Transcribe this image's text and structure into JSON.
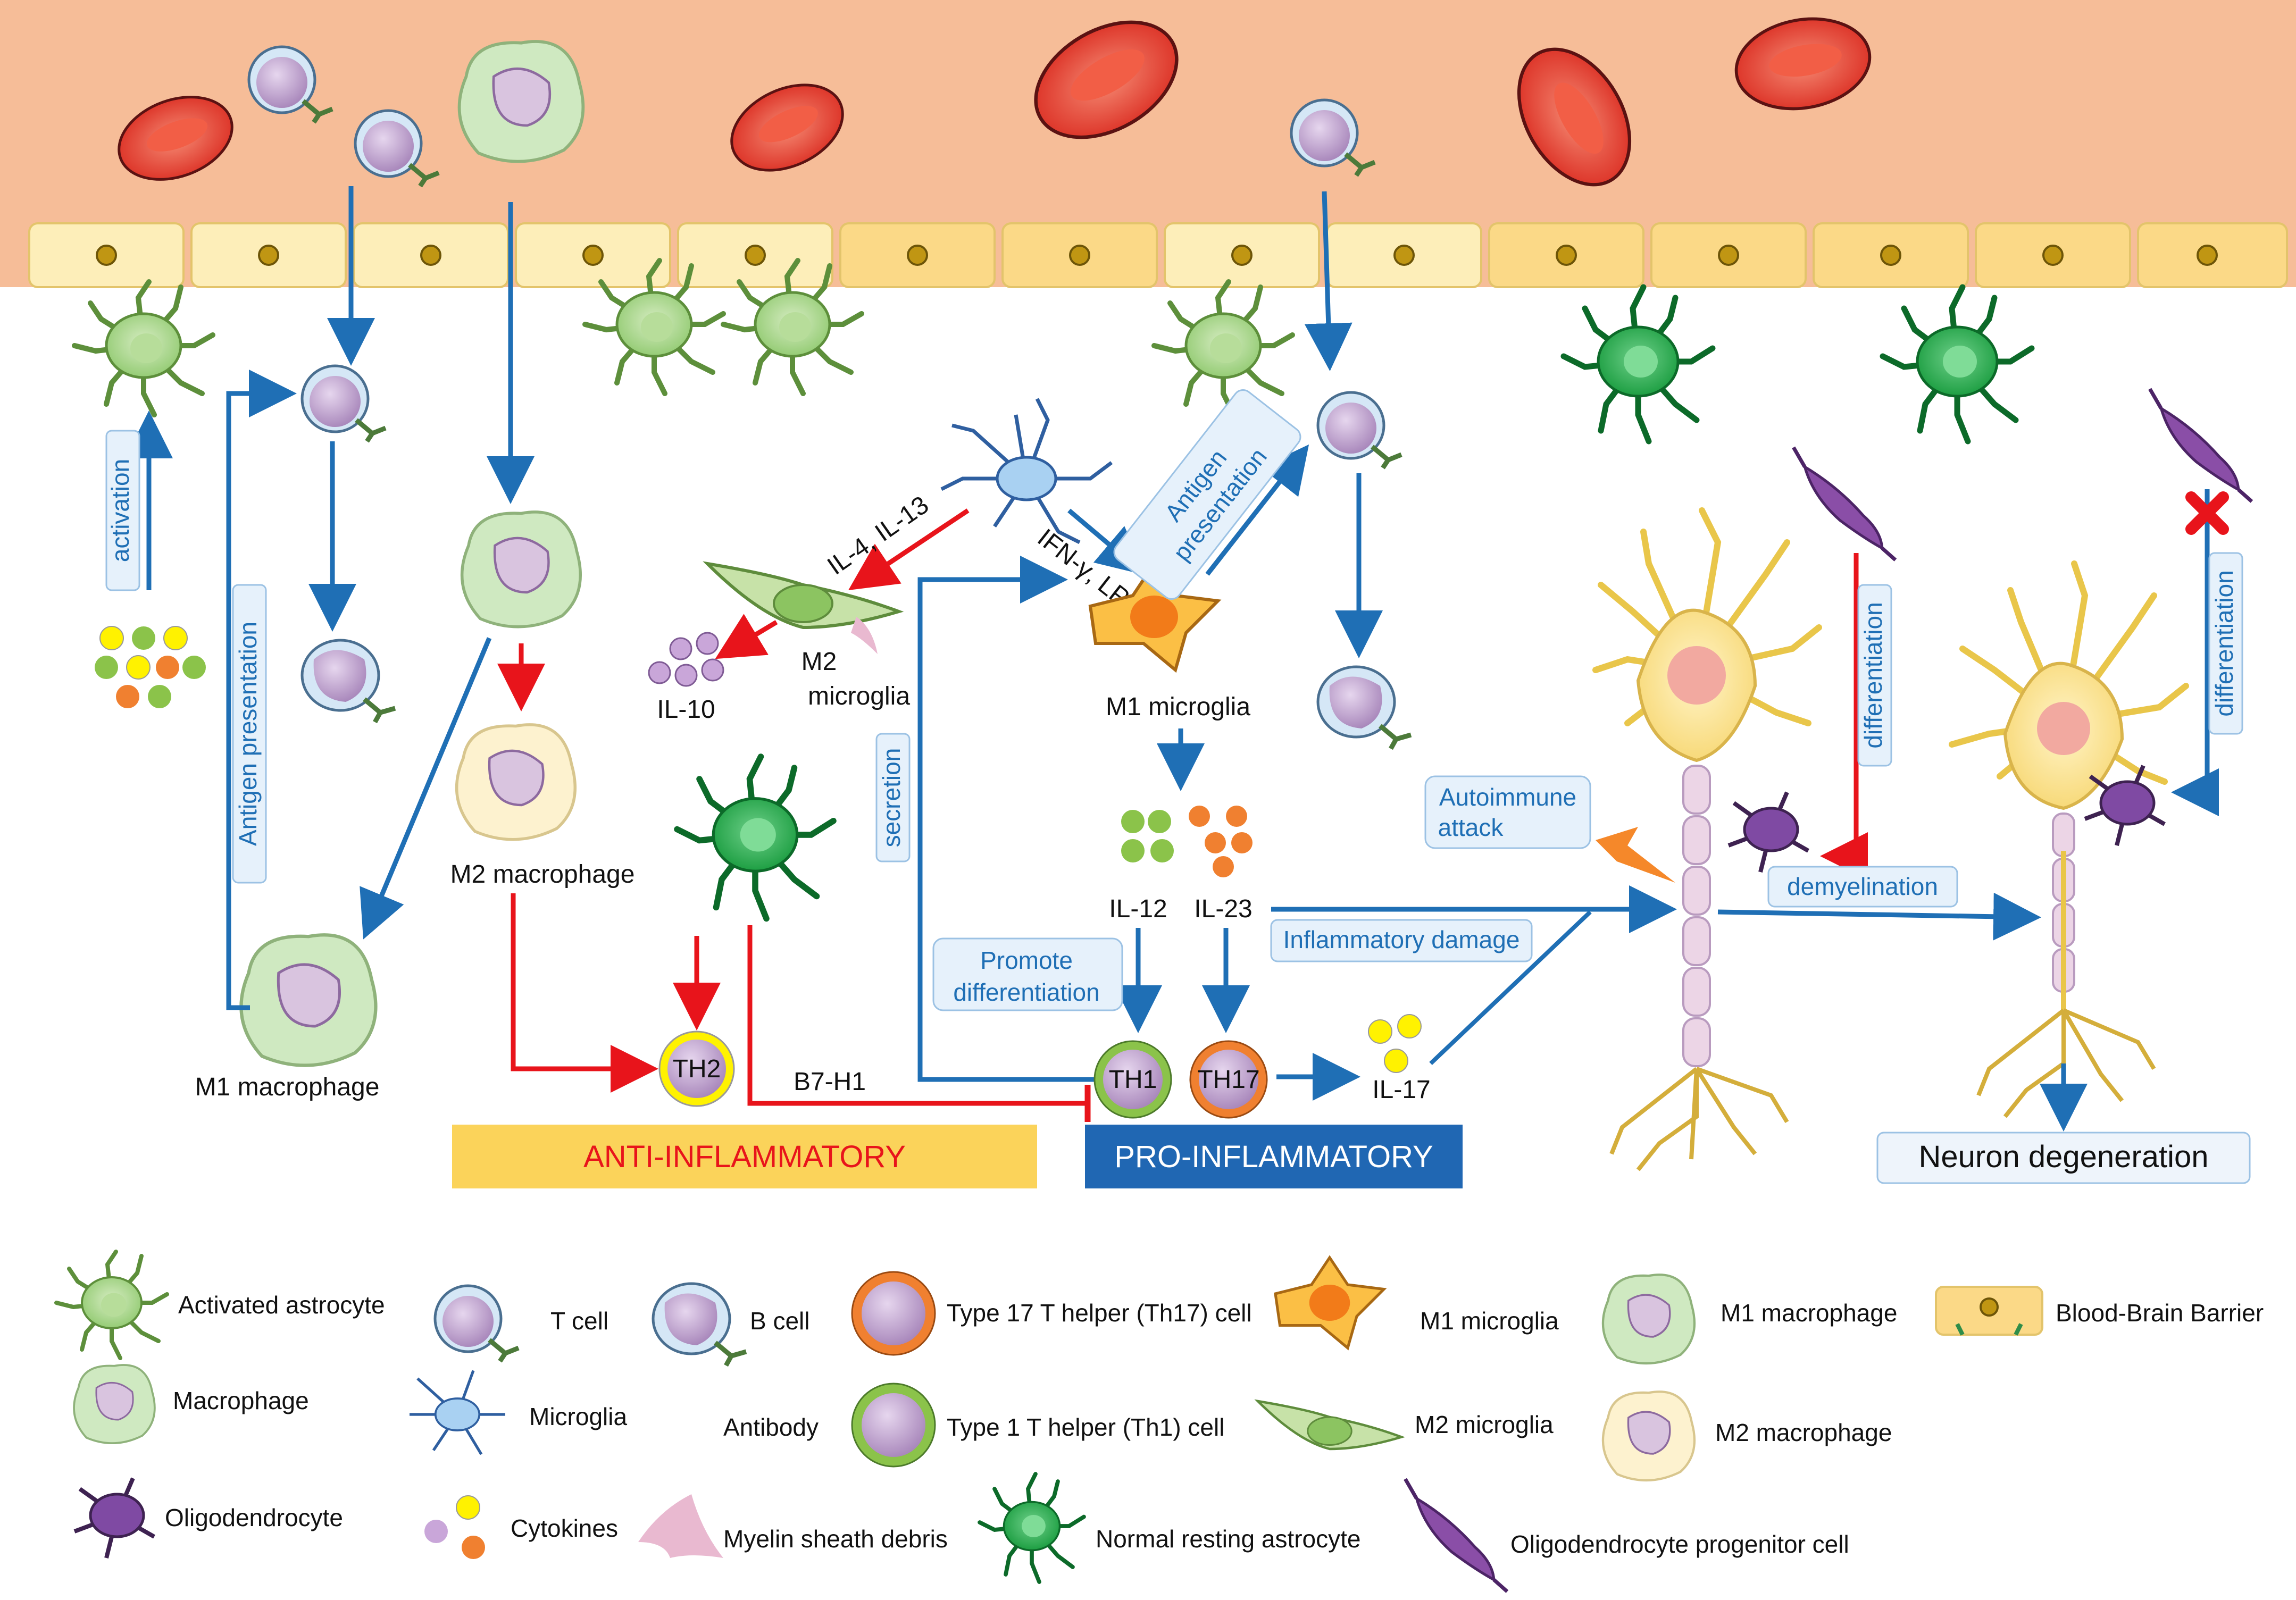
{
  "colors": {
    "vessel": "#f6bd98",
    "barrier_cell": "#fdeeb9",
    "barrier_cell_tight": "#fbd987",
    "blue_arrow": "#1f6fb5",
    "red_arrow": "#e8141b",
    "anti_banner_bg": "#fbd35a",
    "anti_banner_text": "#e8141b",
    "pro_banner_bg": "#2067b3",
    "pro_banner_text": "#ffffff",
    "label_box_bg": "#e6f1fb",
    "label_box_border": "#9cc2e4"
  },
  "labels": {
    "activation": "activation",
    "antigen_presentation_left": "Antigen presentation",
    "m1_macrophage": "M1 macrophage",
    "m2_macrophage": "M2 macrophage",
    "il4_il13": "IL-4, IL-13",
    "il10": "IL-10",
    "m2_microglia_1": "M2",
    "m2_microglia_2": "microglia",
    "ifn_lps": "IFN-γ, LPS",
    "antigen_presentation_mid_1": "Antigen",
    "antigen_presentation_mid_2": "presentation",
    "m1_microglia": "M1 microglia",
    "secretion": "secretion",
    "il12": "IL-12",
    "il23": "IL-23",
    "promote_1": "Promote",
    "promote_2": "differentiation",
    "th2": "TH2",
    "th1": "TH1",
    "th17": "TH17",
    "b7h1": "B7-H1",
    "il17": "IL-17",
    "inflammatory_damage": "Inflammatory damage",
    "autoimmune_1": "Autoimmune",
    "autoimmune_2": "attack",
    "demyelination": "demyelination",
    "differentiation_1": "differentiation",
    "differentiation_2": "differentiation",
    "anti_inflammatory": "ANTI-INFLAMMATORY",
    "pro_inflammatory": "PRO-INFLAMMATORY",
    "neuron_degeneration": "Neuron degeneration"
  },
  "legend": {
    "activated_astrocyte": "Activated astrocyte",
    "t_cell": "T cell",
    "b_cell": "B cell",
    "th17_cell": "Type 17 T helper (Th17) cell",
    "m1_microglia": "M1 microglia",
    "m1_macrophage": "M1 macrophage",
    "bbb": "Blood-Brain Barrier",
    "macrophage": "Macrophage",
    "microglia": "Microglia",
    "antibody": "Antibody",
    "th1_cell": "Type 1 T helper (Th1) cell",
    "m2_microglia": "M2 microglia",
    "m2_macrophage": "M2 macrophage",
    "oligodendrocyte": "Oligodendrocyte",
    "cytokines": "Cytokines",
    "myelin_debris": "Myelin sheath debris",
    "resting_astrocyte": "Normal resting astrocyte",
    "opc": "Oligodendrocyte progenitor cell"
  }
}
